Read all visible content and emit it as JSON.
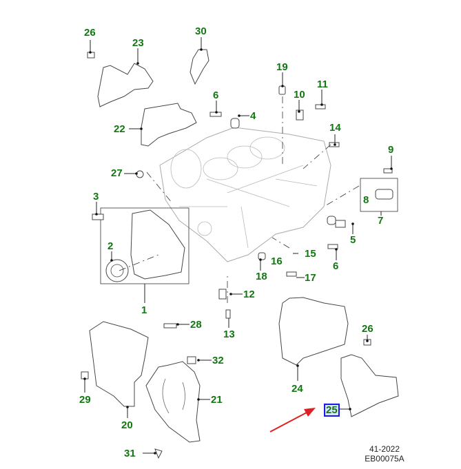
{
  "diagram": {
    "title": "Engine block and timing covers exploded parts diagram",
    "callouts": [
      {
        "id": "c26a",
        "label": "26"
      },
      {
        "id": "c23",
        "label": "23"
      },
      {
        "id": "c30",
        "label": "30"
      },
      {
        "id": "c19",
        "label": "19"
      },
      {
        "id": "c6a",
        "label": "6"
      },
      {
        "id": "c4",
        "label": "4"
      },
      {
        "id": "c10",
        "label": "10"
      },
      {
        "id": "c11",
        "label": "11"
      },
      {
        "id": "c22",
        "label": "22"
      },
      {
        "id": "c14",
        "label": "14"
      },
      {
        "id": "c9",
        "label": "9"
      },
      {
        "id": "c27",
        "label": "27"
      },
      {
        "id": "c8",
        "label": "8"
      },
      {
        "id": "c3",
        "label": "3"
      },
      {
        "id": "c7",
        "label": "7"
      },
      {
        "id": "c2",
        "label": "2"
      },
      {
        "id": "c5",
        "label": "5"
      },
      {
        "id": "c16",
        "label": "16"
      },
      {
        "id": "c15",
        "label": "15"
      },
      {
        "id": "c6b",
        "label": "6"
      },
      {
        "id": "c18",
        "label": "18"
      },
      {
        "id": "c17",
        "label": "17"
      },
      {
        "id": "c12",
        "label": "12"
      },
      {
        "id": "c1",
        "label": "1"
      },
      {
        "id": "c13",
        "label": "13"
      },
      {
        "id": "c28",
        "label": "28"
      },
      {
        "id": "c26b",
        "label": "26"
      },
      {
        "id": "c32",
        "label": "32"
      },
      {
        "id": "c24",
        "label": "24"
      },
      {
        "id": "c29",
        "label": "29"
      },
      {
        "id": "c21",
        "label": "21"
      },
      {
        "id": "c25",
        "label": "25",
        "highlighted": true
      },
      {
        "id": "c20",
        "label": "20"
      },
      {
        "id": "c31",
        "label": "31"
      }
    ],
    "highlight_color": "#1a1ae6",
    "callout_color": "#117711",
    "arrow_color": "#e02020"
  },
  "footer": {
    "date_code": "41-2022",
    "illustration_id": "EB00075A"
  }
}
